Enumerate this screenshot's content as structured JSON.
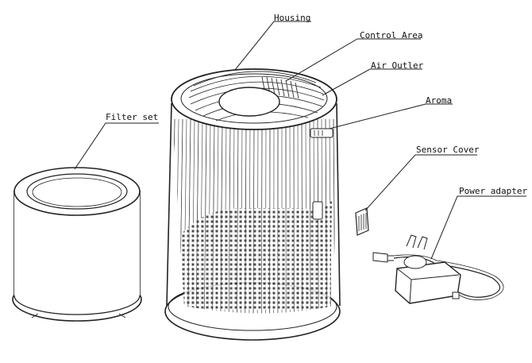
{
  "labels": {
    "housing": "Housing",
    "control_area": "Control Area",
    "air_outlet": "Air Outler",
    "aroma": "Aroma",
    "sensor_cover": "Sensor Cover",
    "power_adapter": "Power adapter",
    "filter_set": "Filter set"
  },
  "colors": {
    "line": "#222222",
    "background": "#ffffff"
  }
}
